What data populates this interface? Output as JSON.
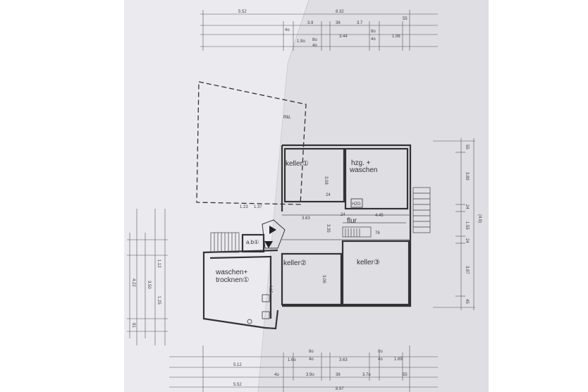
{
  "rooms": {
    "keller1": "keller①",
    "hzg_line1": "hzg. +",
    "hzg_line2": "waschen",
    "hzg_box": "HZG",
    "flur": "flur",
    "keller2": "keller②",
    "keller3": "keller③",
    "waschen_line1": "waschen+",
    "waschen_line2": "trocknen①",
    "ab": "a.b①",
    "nu": "nu."
  },
  "dims_top": {
    "total": "8.32",
    "a": "5.52",
    "b": "3.9",
    "c": "36",
    "d": "3.7",
    "e": "55",
    "f": "4o",
    "g": "8o",
    "h": "4o",
    "i": "1.98",
    "j": "3.44",
    "k": "1.9o",
    "l": "8o",
    "m": "4o"
  },
  "dims_bottom": {
    "a": "1.6o",
    "b": "8o",
    "c": "4o",
    "d": "8o",
    "e": "4o",
    "f": "1.69",
    "g": "5.12",
    "h": "3.63",
    "i": "4o",
    "j": "3.9o",
    "k": "36",
    "l": "3.7o",
    "m": "55",
    "n": "5.52",
    "o": "8.97"
  },
  "dims_right": {
    "a": "55",
    "b": "3.89",
    "c": "24",
    "d": "1.55",
    "e": "24",
    "f": "3.87",
    "g": "45",
    "total": "(4.9)"
  },
  "dims_left": {
    "a": "4.22",
    "b": "3.50",
    "c": "1.12",
    "d": "1.25",
    "e": "81"
  },
  "dims_inner": {
    "a": "3.08",
    "b": "3.63",
    "c": "3.35",
    "d": "4.45",
    "e": "3.06",
    "f": "4.15",
    "g": "1.23",
    "h": "1.37",
    "i": "24",
    "j": "24",
    "k": "76"
  }
}
